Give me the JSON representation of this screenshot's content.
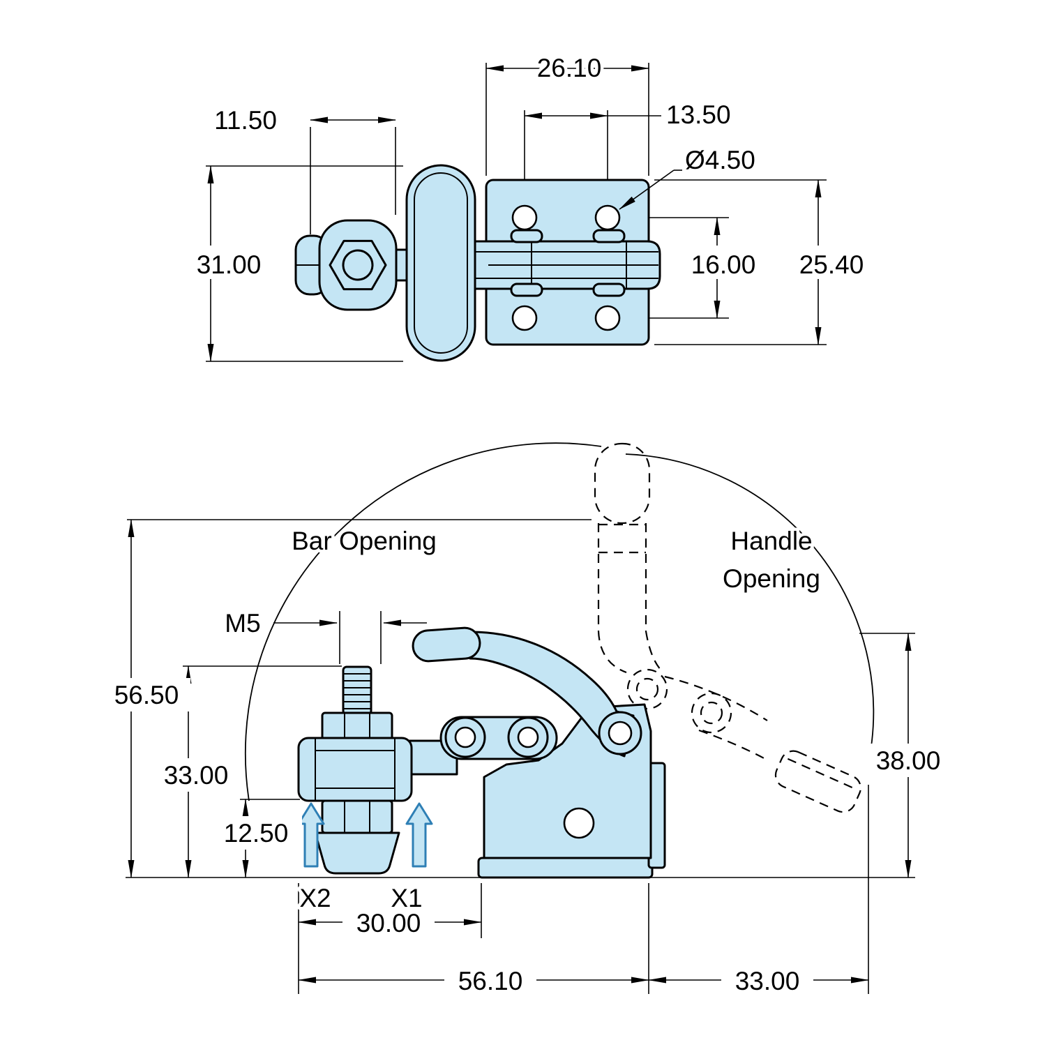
{
  "drawing": {
    "part_fill": "#c4e5f4",
    "line_color": "#000000",
    "arrow_stroke": "#2e7fb5"
  },
  "top_view": {
    "dims": {
      "plate_width": "26.10",
      "hole_spacing_h": "13.50",
      "hole_diameter": "Ø4.50",
      "spindle_offset": "11.50",
      "overall_height": "31.00",
      "hole_spacing_v": "16.00",
      "plate_height": "25.40"
    }
  },
  "side_view": {
    "labels": {
      "bar_opening": "Bar Opening",
      "handle_opening_line1": "Handle",
      "handle_opening_line2": "Opening",
      "thread_size": "M5",
      "force_point_2": "X2",
      "force_point_1": "X1"
    },
    "dims": {
      "overall_height": "56.50",
      "spindle_top_height": "33.00",
      "under_bar_clearance": "12.50",
      "spindle_to_body": "30.00",
      "body_length": "56.10",
      "handle_reach": "33.00",
      "handle_height": "38.00"
    }
  }
}
